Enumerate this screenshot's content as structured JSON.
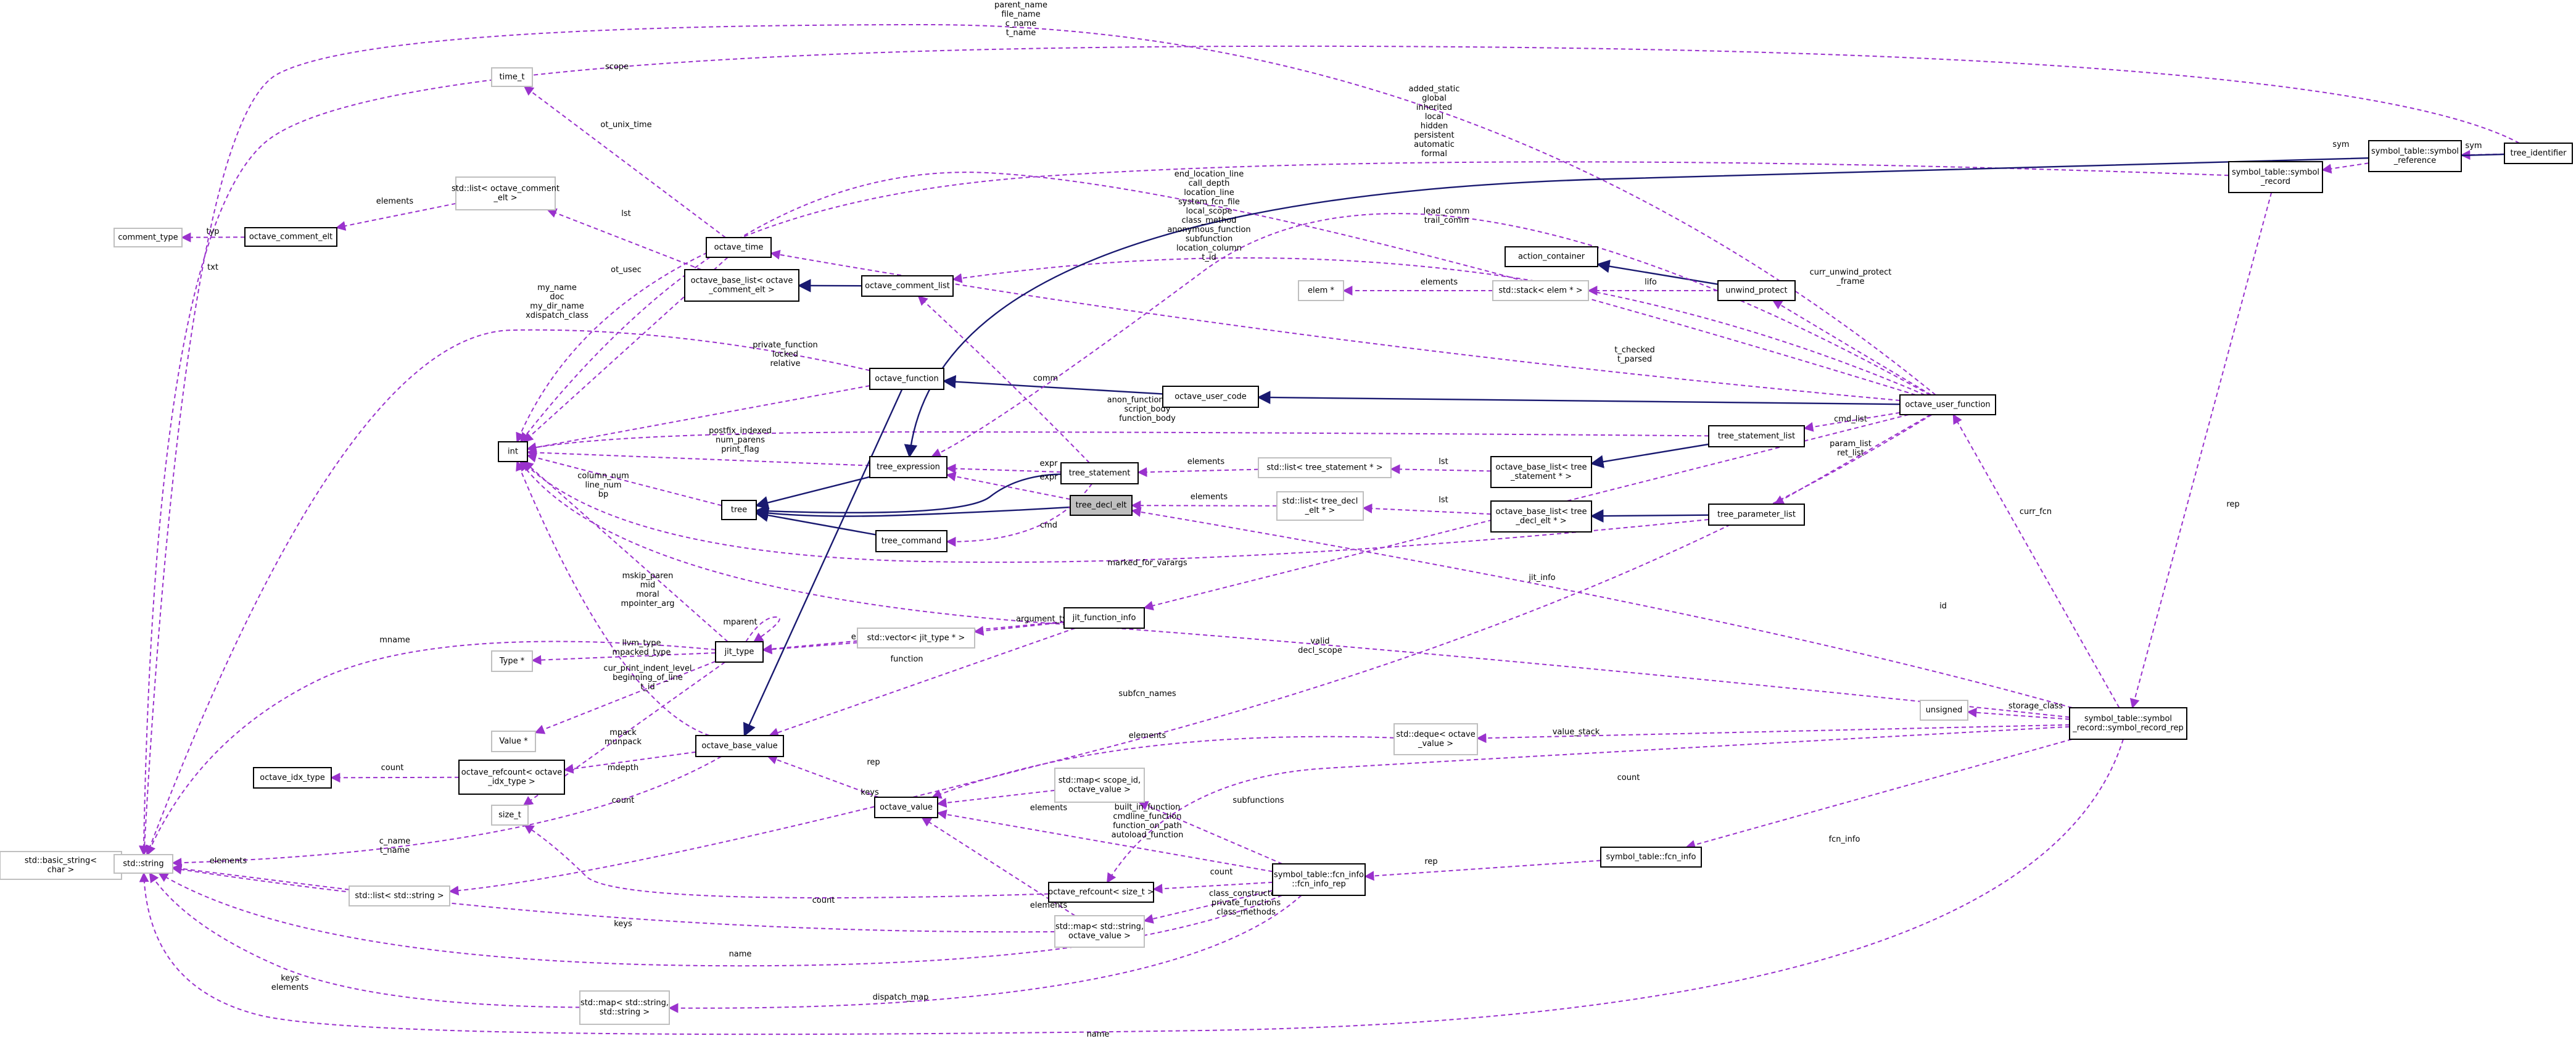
{
  "colors": {
    "use_edge": "#9a32cd",
    "inherit_edge": "#191970",
    "focus_fill": "#bfbfbf",
    "grey_border": "#bfbfbf"
  },
  "nodes": {
    "std_basic_string": [
      "std::basic_string<",
      "char >"
    ],
    "std_string": [
      "std::string"
    ],
    "comment_type": [
      "comment_type"
    ],
    "octave_comment_elt": [
      "octave_comment_elt"
    ],
    "std_list_comment_elt": [
      "std::list< octave_comment",
      "_elt >"
    ],
    "time_t": [
      "time_t"
    ],
    "octave_time": [
      "octave_time"
    ],
    "octave_base_list_comment_elt": [
      "octave_base_list< octave",
      "_comment_elt >"
    ],
    "octave_comment_list": [
      "octave_comment_list"
    ],
    "int": [
      "int"
    ],
    "tree": [
      "tree"
    ],
    "tree_expression": [
      "tree_expression"
    ],
    "tree_command": [
      "tree_command"
    ],
    "tree_statement": [
      "tree_statement"
    ],
    "tree_decl_elt": [
      "tree_decl_elt"
    ],
    "octave_function": [
      "octave_function"
    ],
    "octave_user_code": [
      "octave_user_code"
    ],
    "octave_user_function": [
      "octave_user_function"
    ],
    "action_container": [
      "action_container"
    ],
    "unwind_protect": [
      "unwind_protect"
    ],
    "elem_ptr": [
      "elem *"
    ],
    "std_stack_elem": [
      "std::stack< elem * >"
    ],
    "tree_statement_list": [
      "tree_statement_list"
    ],
    "tree_parameter_list": [
      "tree_parameter_list"
    ],
    "std_list_tree_statement": [
      "std::list< tree_statement * >"
    ],
    "octave_base_list_tree_statement": [
      "octave_base_list< tree",
      "_statement * >"
    ],
    "std_list_tree_decl_elt": [
      "std::list< tree_decl",
      "_elt * >"
    ],
    "octave_base_list_tree_decl_elt": [
      "octave_base_list< tree",
      "_decl_elt * >"
    ],
    "jit_function_info": [
      "jit_function_info"
    ],
    "jit_type": [
      "jit_type"
    ],
    "std_vector_jit_type": [
      "std::vector< jit_type * >"
    ],
    "type_ptr": [
      "Type *"
    ],
    "value_ptr": [
      "Value *"
    ],
    "octave_idx_type": [
      "octave_idx_type"
    ],
    "octave_refcount_idx": [
      "octave_refcount< octave",
      "_idx_type >"
    ],
    "size_t": [
      "size_t"
    ],
    "octave_base_value": [
      "octave_base_value"
    ],
    "octave_value": [
      "octave_value"
    ],
    "std_list_std_string": [
      "std::list< std::string >"
    ],
    "std_map_scope_id": [
      "std::map< scope_id,",
      "octave_value >"
    ],
    "octave_refcount_size_t": [
      "octave_refcount< size_t >"
    ],
    "std_map_string_value": [
      "std::map< std::string,",
      "octave_value >"
    ],
    "std_map_string_string": [
      "std::map< std::string,",
      "std::string >"
    ],
    "fcn_info_rep": [
      "symbol_table::fcn_info",
      "::fcn_info_rep"
    ],
    "fcn_info": [
      "symbol_table::fcn_info"
    ],
    "std_deque_value": [
      "std::deque< octave",
      "_value >"
    ],
    "unsigned": [
      "unsigned"
    ],
    "symbol_record_rep": [
      "symbol_table::symbol",
      "_record::symbol_record_rep"
    ],
    "symbol_record": [
      "symbol_table::symbol",
      "_record"
    ],
    "symbol_reference": [
      "symbol_table::symbol",
      "_reference"
    ],
    "tree_identifier": [
      "tree_identifier"
    ]
  },
  "edge_labels": {
    "parent_name": [
      "parent_name",
      "file_name",
      "c_name",
      "t_name"
    ],
    "scope": [
      "scope"
    ],
    "ot_unix_time": [
      "ot_unix_time"
    ],
    "lst": [
      "lst"
    ],
    "elements_comment": [
      "elements"
    ],
    "typ": [
      "typ"
    ],
    "txt": [
      "txt"
    ],
    "ot_usec": [
      "ot_usec"
    ],
    "added_static": [
      "added_static",
      "global",
      "inherited",
      "local",
      "hidden",
      "persistent",
      "automatic",
      "formal"
    ],
    "sym_record": [
      "sym"
    ],
    "sym_reference": [
      "sym"
    ],
    "end_location": [
      "end_location_line",
      "call_depth",
      "location_line",
      "system_fcn_file",
      "local_scope",
      "class_method",
      "anonymous_function",
      "subfunction",
      "location_column",
      "t_id"
    ],
    "lead_comm": [
      "lead_comm",
      "trail_comm"
    ],
    "my_name": [
      "my_name",
      "doc",
      "my_dir_name",
      "xdispatch_class"
    ],
    "private_function": [
      "private_function",
      "locked",
      "relative"
    ],
    "elements_stack": [
      "elements"
    ],
    "lifo": [
      "lifo"
    ],
    "curr_unwind": [
      "curr_unwind_protect",
      "_frame"
    ],
    "t_checked": [
      "t_checked",
      "t_parsed"
    ],
    "comm": [
      "comm"
    ],
    "anon_function_body": [
      "anon_function_body",
      "script_body",
      "function_body"
    ],
    "cmd_list": [
      "cmd_list"
    ],
    "postfix_indexed": [
      "postfix_indexed",
      "num_parens",
      "print_flag"
    ],
    "param_list": [
      "param_list",
      "ret_list"
    ],
    "elements_stmt": [
      "elements"
    ],
    "lst_stmt": [
      "lst"
    ],
    "expr1": [
      "expr"
    ],
    "expr2": [
      "expr"
    ],
    "elements_decl": [
      "elements"
    ],
    "lst_decl": [
      "lst"
    ],
    "column_num": [
      "column_num",
      "line_num",
      "bp"
    ],
    "cmd": [
      "cmd"
    ],
    "rep_symbol": [
      "rep"
    ],
    "curr_fcn": [
      "curr_fcn"
    ],
    "marked_for_varargs": [
      "marked_for_varargs"
    ],
    "mskip_paren": [
      "mskip_paren",
      "mid",
      "moral",
      "mpointer_arg"
    ],
    "jit_info": [
      "jit_info"
    ],
    "id": [
      "id"
    ],
    "mparent": [
      "mparent"
    ],
    "argument_types": [
      "argument_types"
    ],
    "elements_vector": [
      "elements"
    ],
    "mname": [
      "mname"
    ],
    "llvm_type": [
      "llvm_type",
      "mpacked_type"
    ],
    "valid": [
      "valid",
      "decl_scope"
    ],
    "function": [
      "function"
    ],
    "cur_print": [
      "cur_print_indent_level",
      "beginning_of_line",
      "t_id"
    ],
    "subfcn_names": [
      "subfcn_names"
    ],
    "mpack": [
      "mpack",
      "munpack"
    ],
    "storage_class": [
      "storage_class"
    ],
    "value_stack": [
      "value_stack"
    ],
    "elements_deque": [
      "elements"
    ],
    "count_idx": [
      "count"
    ],
    "mdepth": [
      "mdepth"
    ],
    "count_base": [
      "count"
    ],
    "rep_value": [
      "rep"
    ],
    "keys_map": [
      "keys"
    ],
    "count_rep": [
      "count"
    ],
    "subfunctions": [
      "subfunctions"
    ],
    "elements_scope": [
      "elements"
    ],
    "built_in": [
      "built_in_function",
      "cmdline_function",
      "function_on_path",
      "autoload_function"
    ],
    "c_name": [
      "c_name",
      "t_name"
    ],
    "elements_strlist": [
      "elements"
    ],
    "fcn_info_label": [
      "fcn_info"
    ],
    "rep_fcn": [
      "rep"
    ],
    "count_size": [
      "count"
    ],
    "elements_mapval": [
      "elements"
    ],
    "count_refsize": [
      "count"
    ],
    "class_constructors": [
      "class_constructors",
      "private_functions",
      "class_methods"
    ],
    "keys_bottom": [
      "keys"
    ],
    "name": [
      "name"
    ],
    "keys_elements": [
      "keys",
      "elements"
    ],
    "dispatch_map": [
      "dispatch_map"
    ],
    "name_bottom": [
      "name"
    ]
  }
}
